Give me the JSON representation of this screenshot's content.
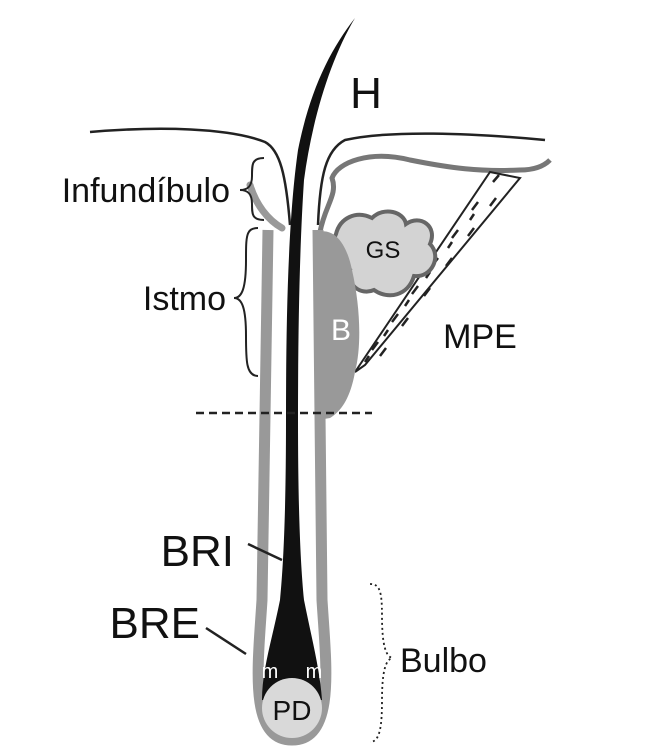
{
  "labels": {
    "hair": "H",
    "infundibulum": "Infundíbulo",
    "isthmus": "Istmo",
    "sebaceous_gland": "GS",
    "bulge": "B",
    "arrector_pili": "MPE",
    "inner_root_sheath": "BRI",
    "outer_root_sheath": "BRE",
    "bulb": "Bulbo",
    "melanocyte_1": "m",
    "melanocyte_2": "m",
    "dermal_papilla": "PD"
  },
  "colors": {
    "hair_shaft": "#111111",
    "sheath": "#999999",
    "papilla": "#d9d9d9",
    "gland_fill": "#d3d3d3",
    "outline": "#222222"
  }
}
